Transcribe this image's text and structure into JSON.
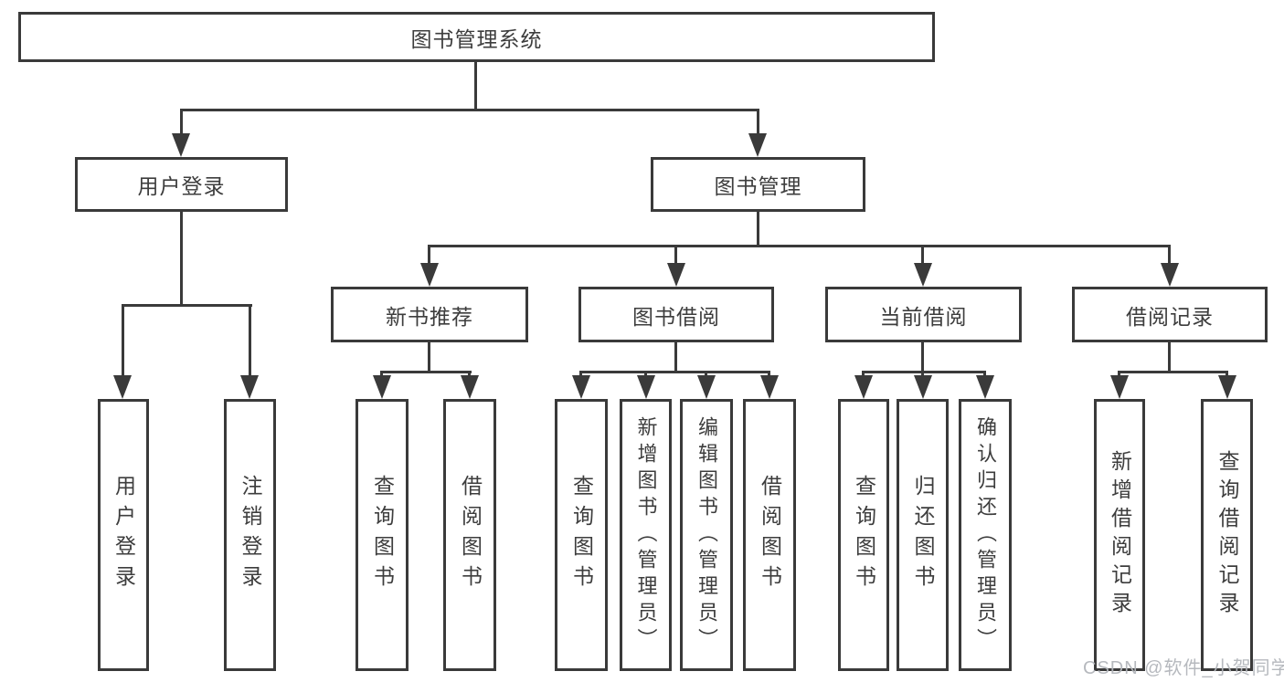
{
  "colors": {
    "line": "#3a3a3a",
    "box_border": "#3a3a3a",
    "text": "#3d3d3d",
    "background": "#ffffff",
    "watermark": "#b2b5ba"
  },
  "tree": {
    "root": "图书管理系统",
    "level2": [
      {
        "id": "user-login",
        "label": "用户登录"
      },
      {
        "id": "book-management",
        "label": "图书管理"
      }
    ],
    "modules": [
      {
        "id": "new-book-recommend",
        "label": "新书推荐"
      },
      {
        "id": "book-borrow",
        "label": "图书借阅"
      },
      {
        "id": "current-borrow",
        "label": "当前借阅"
      },
      {
        "id": "borrow-records",
        "label": "借阅记录"
      }
    ],
    "leaves": {
      "user_login": [
        "用户登录",
        "注销登录"
      ],
      "new_book": [
        "查询图书",
        "借阅图书"
      ],
      "book_borrow": [
        "查询图书",
        "新增图书（管理员）",
        "编辑图书（管理员）",
        "借阅图书"
      ],
      "current_borrow": [
        "查询图书",
        "归还图书",
        "确认归还（管理员）"
      ],
      "borrow_records": [
        "新增借阅记录",
        "查询借阅记录"
      ]
    }
  },
  "watermark": {
    "text": "CSDN @软件_小贺同学"
  }
}
